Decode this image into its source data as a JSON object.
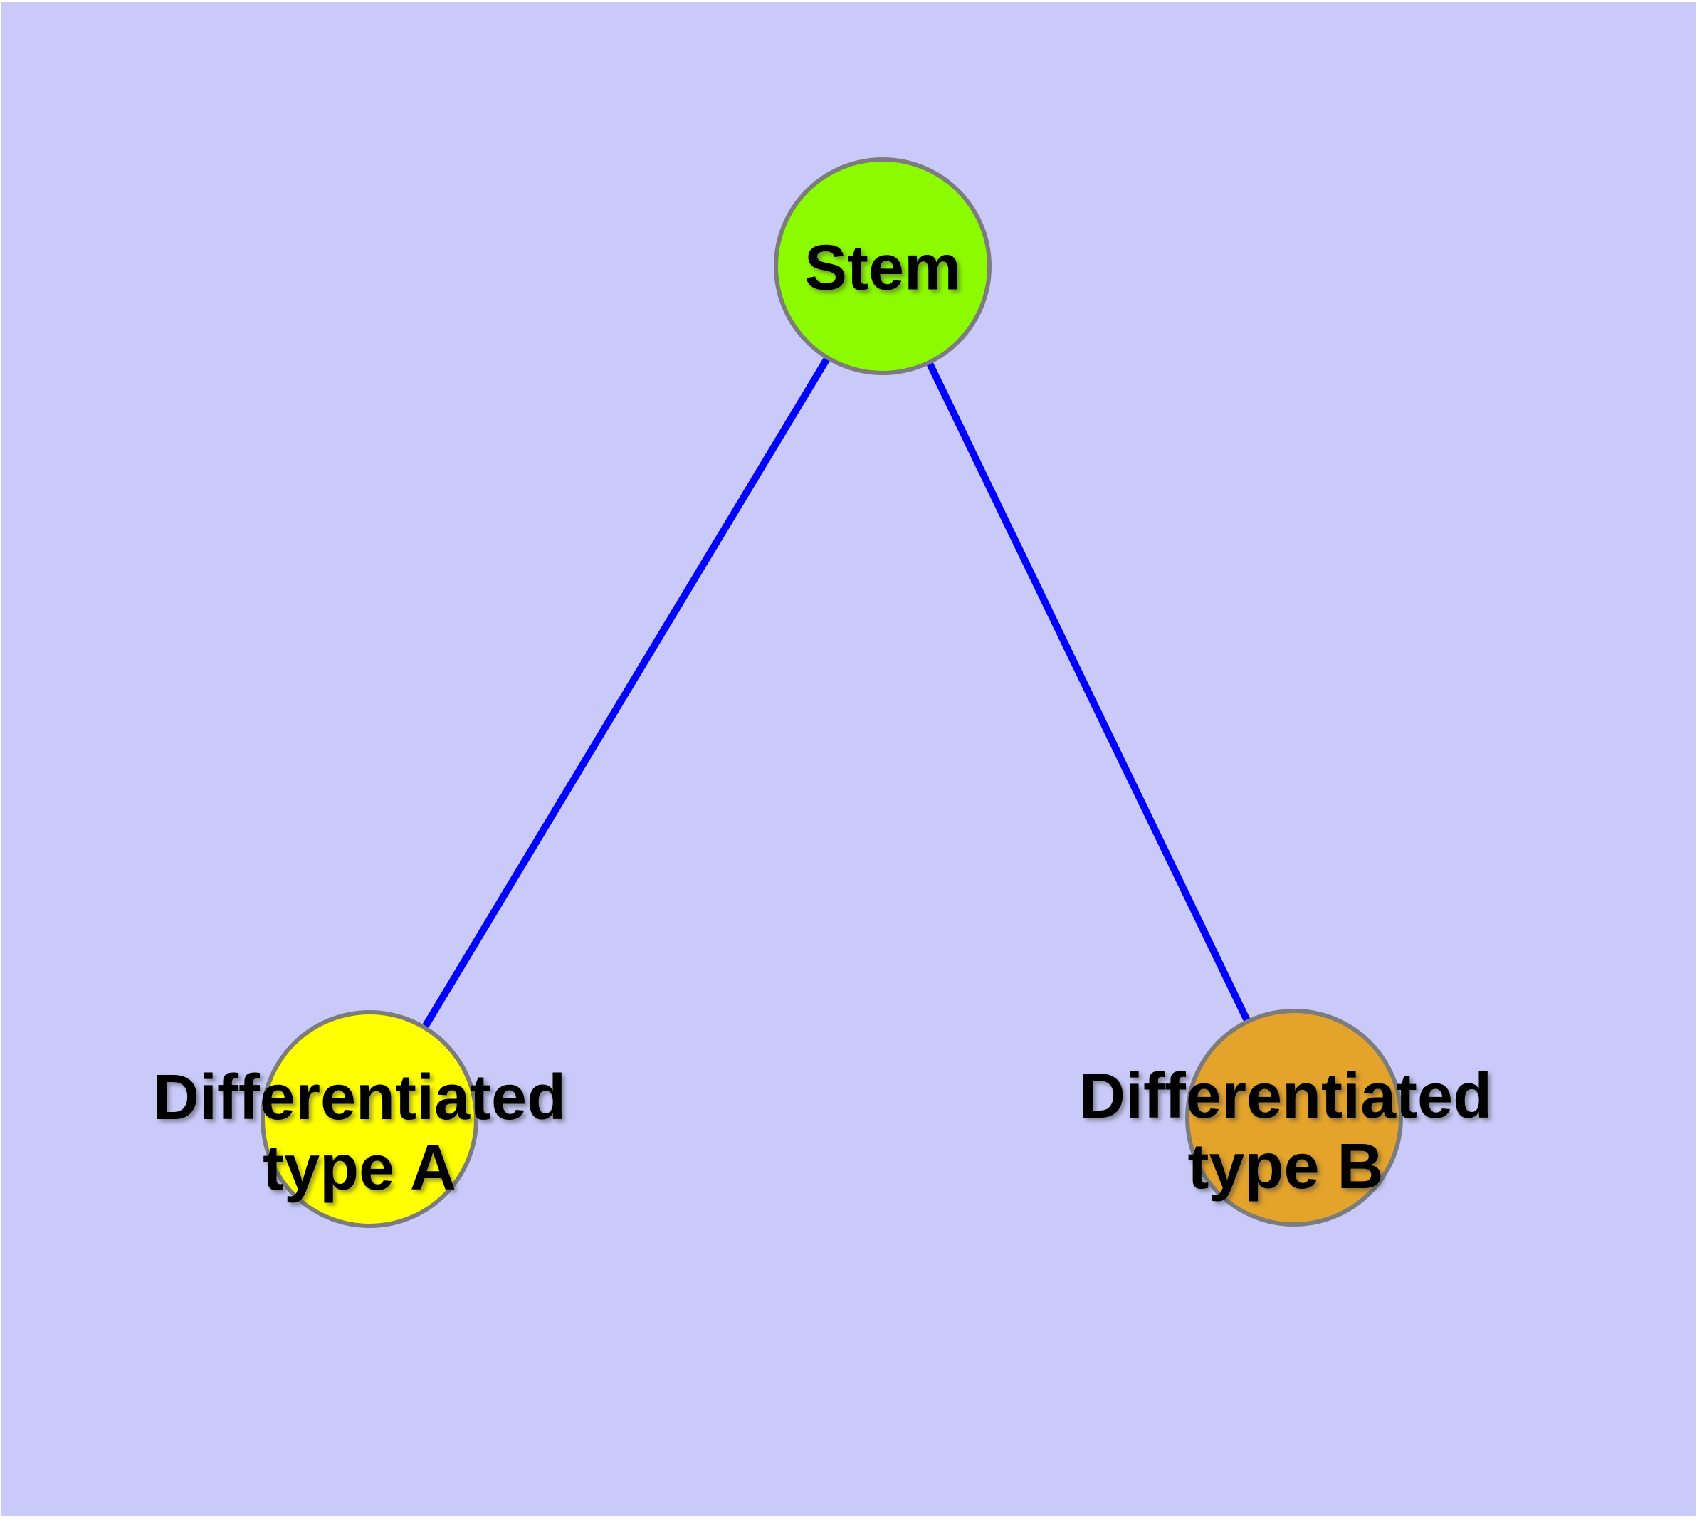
{
  "diagram": {
    "type": "node-link-graph",
    "background_color": "#c9caf9",
    "page_margin_color": "#ffffff",
    "edge_color": "#0000ff",
    "node_border_color": "#7c7c7c",
    "text_color": "#000000",
    "nodes": [
      {
        "id": "stem",
        "label": "Stem",
        "label_lines": [
          "Stem"
        ],
        "fill": "#8cfb00"
      },
      {
        "id": "differentiated-type-a",
        "label": "Differentiated type A",
        "label_lines": [
          "Differentiated",
          "type A"
        ],
        "fill": "#ffff00"
      },
      {
        "id": "differentiated-type-b",
        "label": "Differentiated type B",
        "label_lines": [
          "Differentiated",
          "type B"
        ],
        "fill": "#e4a32b"
      }
    ],
    "edges": [
      {
        "from": "Stem",
        "to": "Differentiated type A"
      },
      {
        "from": "Stem",
        "to": "Differentiated type B"
      }
    ]
  }
}
